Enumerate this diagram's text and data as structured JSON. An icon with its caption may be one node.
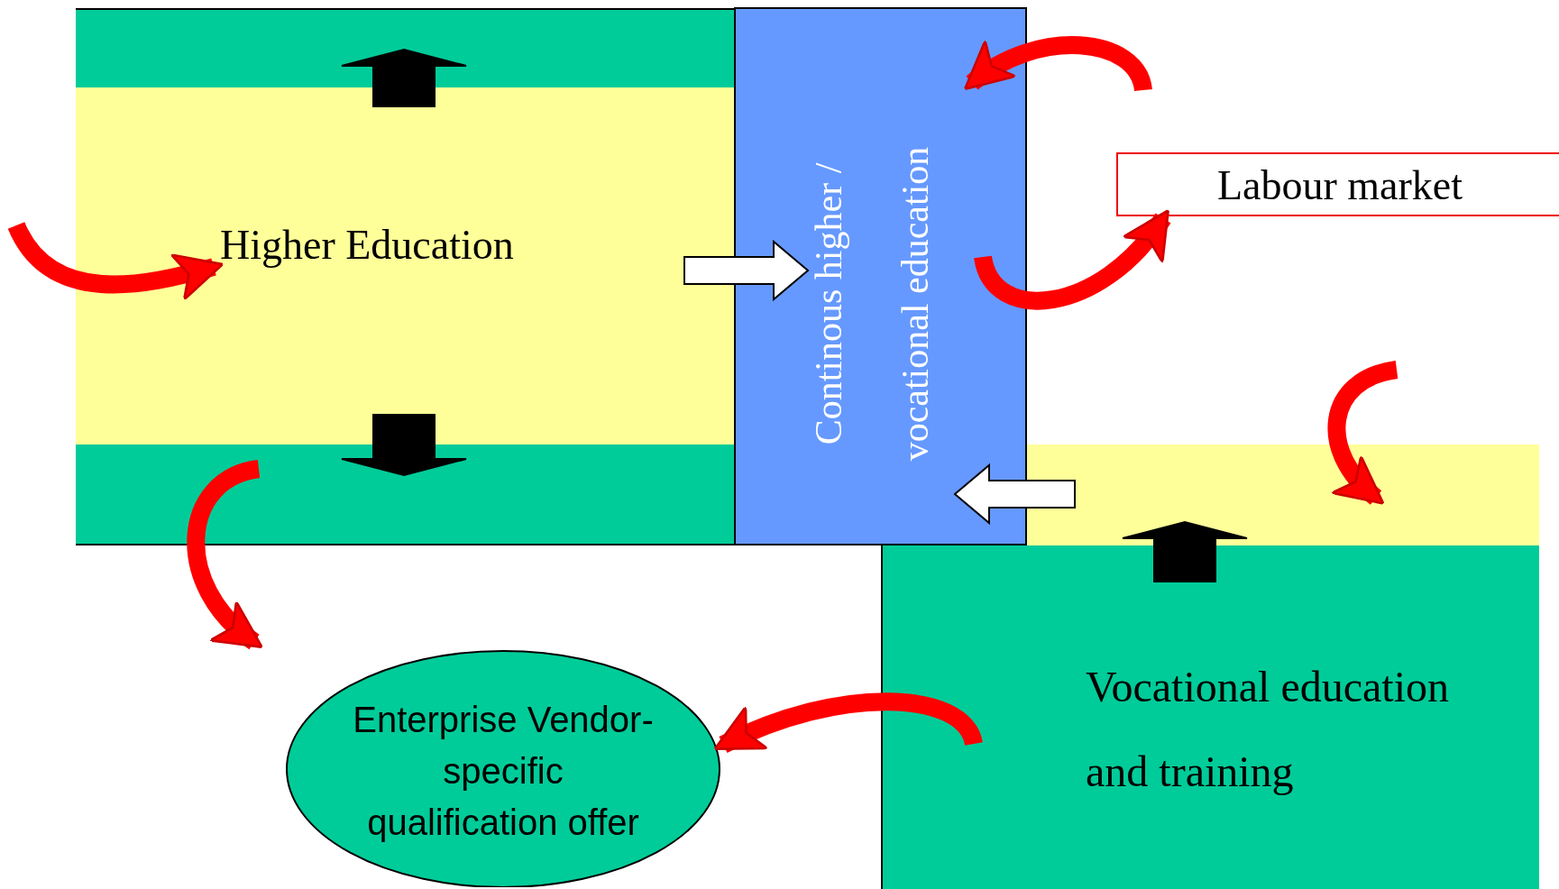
{
  "diagram": {
    "nodes": [
      {
        "text": [],
        "shape": "box"
      },
      {
        "text": [
          "Higher Education"
        ]
      },
      {
        "text": [
          "Continous higher / vocational education"
        ]
      },
      {
        "text": [
          "Labour market"
        ]
      },
      {
        "text": [],
        "shape": "box"
      },
      {
        "text": [],
        "shape": "box"
      },
      {
        "text": [
          "Vocational education and training"
        ]
      },
      {
        "text": [
          "Enterprise Vendor-specific qualification offer"
        ]
      }
    ],
    "edges": [
      {
        "from": 1,
        "to": 0,
        "arrow": "to",
        "color": "#000000"
      },
      {
        "from": 1,
        "to": 4,
        "arrow": "to",
        "color": "#000000"
      },
      {
        "from": 1,
        "to": 2,
        "arrow": "to",
        "color": "#ffffff"
      },
      {
        "from": 5,
        "to": 2,
        "arrow": "to",
        "color": "#ffffff"
      },
      {
        "from": 6,
        "to": 5,
        "arrow": "to",
        "color": "#000000"
      },
      {
        "from": null,
        "to": 1,
        "arrow": "to"
      },
      {
        "from": 4,
        "to": null,
        "arrow": "to"
      },
      {
        "from": null,
        "to": 2,
        "arrow": "to"
      },
      {
        "from": 2,
        "to": 3,
        "arrow": "to"
      },
      {
        "from": null,
        "to": 5,
        "arrow": "to"
      },
      {
        "from": 6,
        "to": 7,
        "arrow": "to"
      }
    ]
  }
}
